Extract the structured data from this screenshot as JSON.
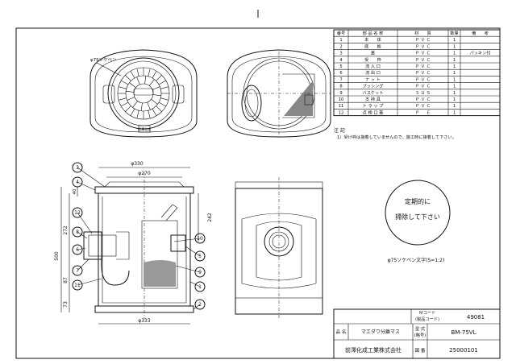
{
  "parts_table": {
    "headers": [
      "番号",
      "部 品 名 称",
      "材　　質",
      "数量",
      "備　　考"
    ],
    "rows": [
      [
        "1",
        "本　　体",
        "Ｐ Ｖ Ｃ",
        "1",
        ""
      ],
      [
        "2",
        "底　　板",
        "Ｐ Ｖ Ｃ",
        "1",
        ""
      ],
      [
        "3",
        "蓋",
        "Ｐ Ｖ Ｃ",
        "1",
        "パッキン付"
      ],
      [
        "4",
        "受　　枠",
        "Ｐ Ｖ Ｃ",
        "1",
        ""
      ],
      [
        "5",
        "流 入 口",
        "Ｐ Ｖ Ｃ",
        "1",
        ""
      ],
      [
        "6",
        "流 出 口",
        "Ｐ Ｖ Ｃ",
        "1",
        ""
      ],
      [
        "7",
        "ナ ッ ト",
        "Ｐ Ｖ Ｃ",
        "1",
        ""
      ],
      [
        "8",
        "ブッシング",
        "Ｐ Ｖ Ｃ",
        "1",
        ""
      ],
      [
        "9",
        "バスケット",
        "Ｓ Ｕ Ｓ",
        "1",
        ""
      ],
      [
        "10",
        "支 持 具",
        "Ｐ Ｖ Ｃ",
        "1",
        ""
      ],
      [
        "11",
        "ト ラ ッ プ",
        "Ｐ Ｖ Ｃ",
        "1",
        ""
      ],
      [
        "12",
        "点 検 口 蓋",
        "Ｐ 　 Ｅ",
        "1",
        ""
      ]
    ]
  },
  "notes": {
    "title": "注 記",
    "item": "1）受け枠は接着していませんので、施工時に接着して下さい。"
  },
  "top_view": {
    "cap_label": "φ75ソケベン",
    "cover_mark": "前澤化成"
  },
  "section_view": {
    "dim_top_outer": "φ330",
    "dim_top_inner": "φ270",
    "dim_bottom": "φ333",
    "dim_total": "500",
    "dim_272": "272",
    "dim_87": "87",
    "dim_73": "73",
    "dim_40": "40",
    "dim_242": "242",
    "callouts": [
      "1",
      "2",
      "3",
      "4",
      "5",
      "6",
      "7",
      "8",
      "9",
      "10",
      "11",
      "12"
    ]
  },
  "inspection": {
    "text_line1": "定期的に",
    "text_line2": "掃除して下さい",
    "caption": "φ75ソケベン文字(S=1:2)"
  },
  "title_block": {
    "mcode_label_1": "Ｍコード",
    "mcode_label_2": "(製品コード)",
    "mcode_value": "49081",
    "name_label": "品 名",
    "name_value": "マエダワ分離マス",
    "model_label_1": "型 式",
    "model_label_2": "(略号)",
    "model_value": "BM-75VL",
    "company": "前澤化成工業株式会社",
    "drawing_no_label": "図 番",
    "drawing_no_value": "25000101"
  }
}
